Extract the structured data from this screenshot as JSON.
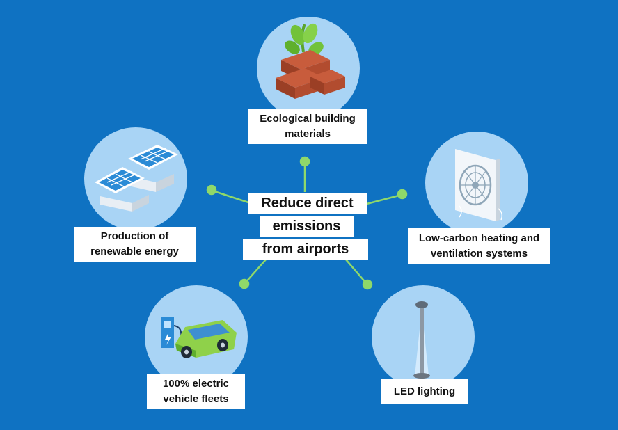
{
  "center": {
    "lines": [
      "Reduce direct",
      "emissions",
      "from airports"
    ]
  },
  "nodes": [
    {
      "lines": [
        "Ecological building",
        "materials"
      ],
      "icon": "bricks-plant-icon"
    },
    {
      "lines": [
        "Production of",
        "renewable energy"
      ],
      "icon": "solar-panels-icon"
    },
    {
      "lines": [
        "Low-carbon heating and",
        "ventilation systems"
      ],
      "icon": "ventilation-fan-icon"
    },
    {
      "lines": [
        "100% electric",
        "vehicle fleets"
      ],
      "icon": "electric-car-charging-icon"
    },
    {
      "lines": [
        "LED lighting"
      ],
      "icon": "street-lamp-icon"
    }
  ],
  "colors": {
    "background": "#0f72c2",
    "circle": "#a9d4f5",
    "connector": "#8fd86a",
    "label_bg": "#ffffff",
    "text": "#111111"
  }
}
